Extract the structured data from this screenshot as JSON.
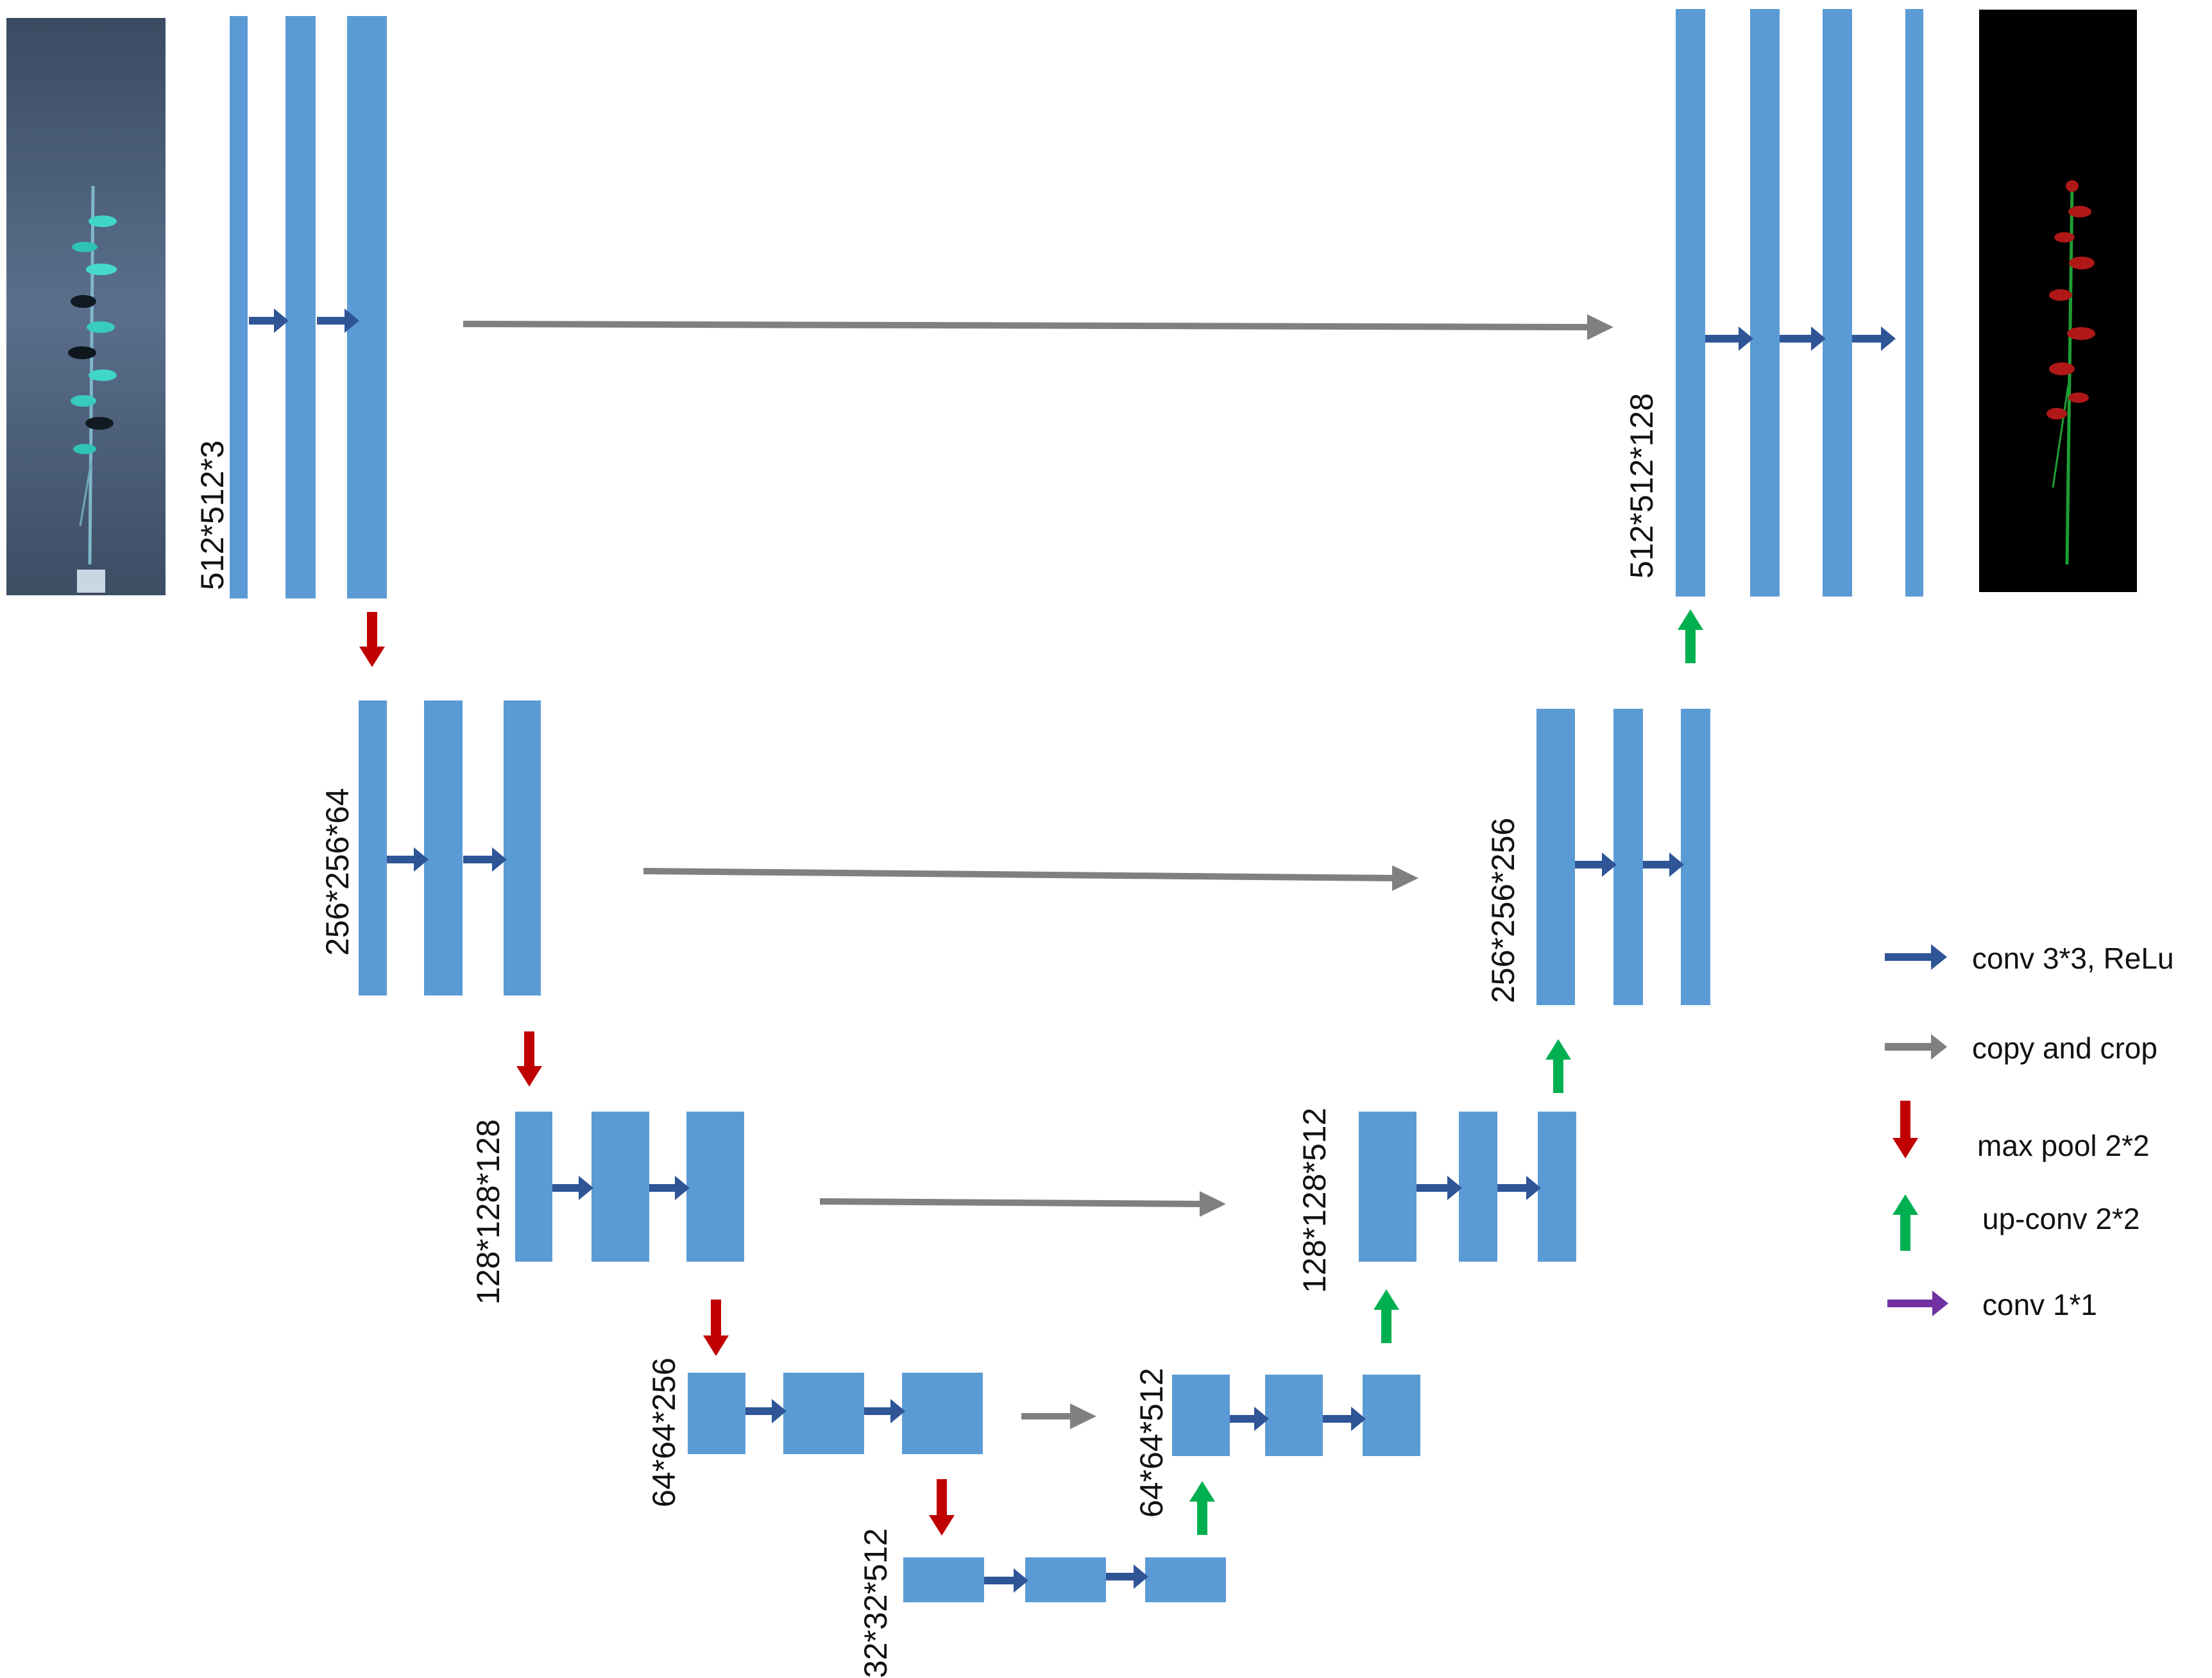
{
  "colors": {
    "block": "#5B9BD5",
    "conv": "#2F5597",
    "copy": "#808080",
    "pool": "#C00000",
    "upconv": "#00B050",
    "conv1x1": "#7030A0",
    "mask_bg": "#000000",
    "mask_leaf": "#B01818",
    "mask_stem": "#1E9E35",
    "photo_bg": "#4A5E78"
  },
  "levels": {
    "enc1": "512*512*3",
    "enc2": "256*256*64",
    "enc3": "128*128*128",
    "enc4": "64*64*256",
    "bottleneck": "32*32*512",
    "dec4": "64*64*512",
    "dec3": "128*128*512",
    "dec2": "256*256*256",
    "dec1": "512*512*128"
  },
  "legend": {
    "conv": "conv 3*3, ReLu",
    "copy": "copy and crop",
    "pool": "max pool 2*2",
    "upconv": "up-conv 2*2",
    "conv1x1": "conv 1*1"
  },
  "images": {
    "input": "input-plant-photo",
    "output": "segmentation-mask"
  }
}
